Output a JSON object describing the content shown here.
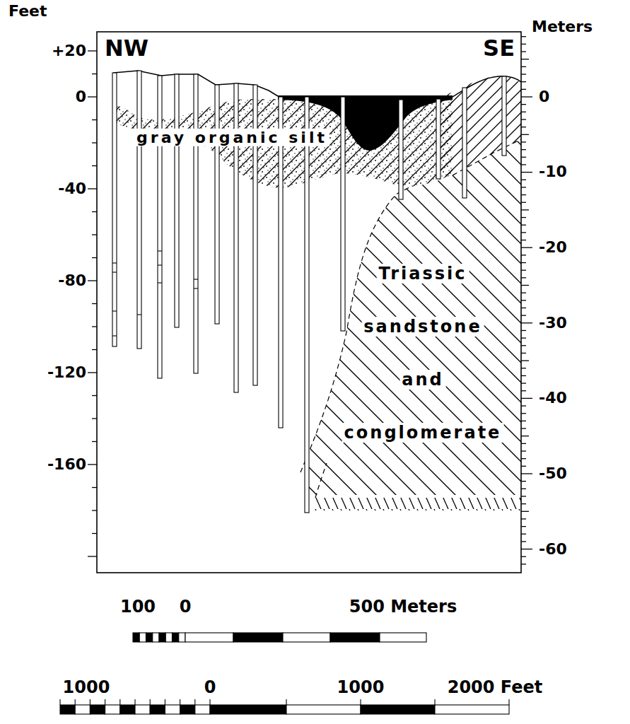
{
  "diagram": {
    "labels": [
      "Feet",
      "+20",
      "0",
      "-40",
      "-80",
      "-120",
      "-160",
      "NW",
      "SE",
      "Meters",
      "0",
      "-10",
      "-20",
      "-30",
      "-40",
      "-50",
      "-60",
      "gray organic silt",
      "Triassic sandstone and conglomerate",
      "100",
      "0",
      "500 Meters",
      "1000",
      "0",
      "1000",
      "2000 Feet"
    ]
  }
}
